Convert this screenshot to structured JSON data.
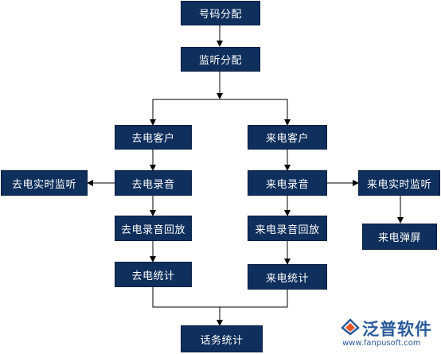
{
  "nodes": {
    "number_assign": "号码分配",
    "monitor_assign": "监听分配",
    "outgoing_client": "去电客户",
    "incoming_client": "来电客户",
    "outgoing_realtime": "去电实时监听",
    "outgoing_record": "去电录音",
    "incoming_record": "来电录音",
    "incoming_realtime": "来电实时监听",
    "outgoing_playback": "去电录音回放",
    "incoming_playback": "来电录音回放",
    "incoming_popup": "来电弹屏",
    "outgoing_stats": "去电统计",
    "incoming_stats": "来电统计",
    "call_stats": "话务统计"
  },
  "logo": {
    "name": "泛普软件",
    "url": "www.fanpusoft.com"
  },
  "colors": {
    "box": "#0f2f5c",
    "line": "#000000",
    "logo": "#2a5b9a"
  }
}
